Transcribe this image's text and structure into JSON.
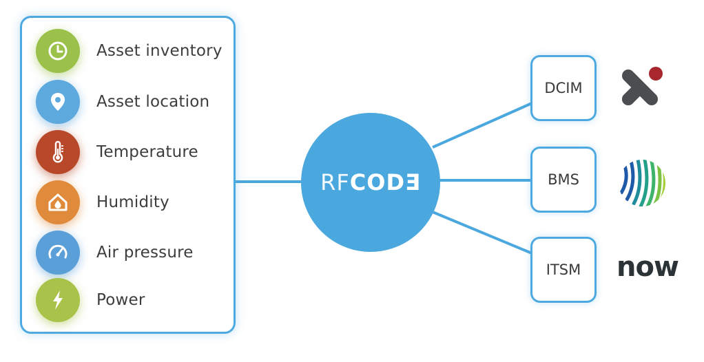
{
  "sensors": {
    "items": [
      {
        "label": "Asset inventory",
        "icon": "clock-icon",
        "color": "#9bc14a"
      },
      {
        "label": "Asset location",
        "icon": "location-pin-icon",
        "color": "#5ea9dd"
      },
      {
        "label": "Temperature",
        "icon": "thermometer-icon",
        "color": "#b8482a"
      },
      {
        "label": "Humidity",
        "icon": "house-drop-icon",
        "color": "#e08a3c"
      },
      {
        "label": "Air pressure",
        "icon": "gauge-icon",
        "color": "#5a9fd8"
      },
      {
        "label": "Power",
        "icon": "lightning-bolt-icon",
        "color": "#a8c24a"
      }
    ]
  },
  "hub": {
    "rf": "RF",
    "code": "CODƎ",
    "color": "#4aa8df"
  },
  "systems": [
    {
      "label": "DCIM",
      "logo": "nlyte-logo"
    },
    {
      "label": "BMS",
      "logo": "johnson-controls-logo"
    },
    {
      "label": "ITSM",
      "logo": "servicenow-logo"
    }
  ],
  "logos": {
    "now_text": "now"
  },
  "colors": {
    "accent": "#4da9e0",
    "connector": "#4aa8df"
  }
}
